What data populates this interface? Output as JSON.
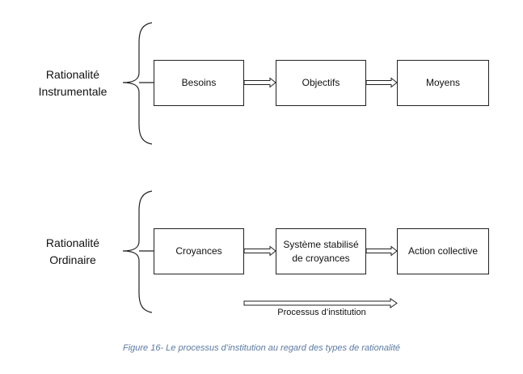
{
  "rows": [
    {
      "label_line1": "Rationalité",
      "label_line2": "Instrumentale",
      "boxes": [
        {
          "line1": "Besoins",
          "line2": ""
        },
        {
          "line1": "Objectifs",
          "line2": ""
        },
        {
          "line1": "Moyens",
          "line2": ""
        }
      ]
    },
    {
      "label_line1": "Rationalité",
      "label_line2": "Ordinaire",
      "boxes": [
        {
          "line1": "Croyances",
          "line2": ""
        },
        {
          "line1": "Système stabilisé",
          "line2": "de croyances"
        },
        {
          "line1": "Action collective",
          "line2": ""
        }
      ]
    }
  ],
  "process_label": "Processus d’institution",
  "caption": "Figure 16- Le processus d’institution au regard des types de rationalité",
  "colors": {
    "caption": "#5b7aa3",
    "stroke": "#222222"
  }
}
